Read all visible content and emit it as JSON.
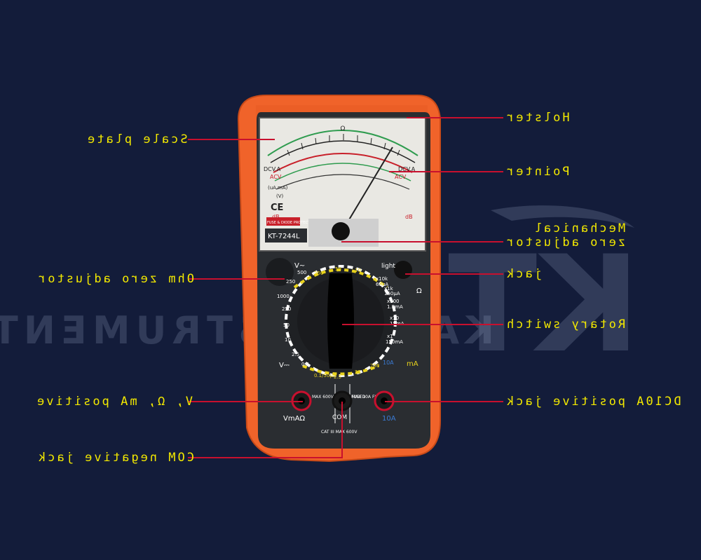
{
  "callouts": {
    "holster": "Holster",
    "scale_plate": "Scale plate",
    "pointer": "Pointer",
    "mechanical_zero": "Mechanical\nzero adjustor",
    "ohm_zero": "Ohm zero adjustor",
    "light_jack": "jack",
    "rotary_switch": "Rotary switch",
    "positive_jack": "V, Ω, mA positive",
    "dc10a_jack": "DC10A positive jack",
    "com_jack": "COM negative jack"
  },
  "watermark": {
    "logo": "KT",
    "text": "KAITA INSTRUMENT"
  },
  "meter": {
    "model": "KT-7244L",
    "fuse_badge": "FUSE & DIODE PROTECTION",
    "ce_mark": "CE",
    "light_label": "light",
    "scale_labels": {
      "acv_left": "ACV",
      "acv_right": "ACV",
      "dcv_left": "DCV.A",
      "dcv_right": "DCV.A",
      "ohm_top": "Ω",
      "ma_label": "(uA.mA)",
      "lv_label": "(V)",
      "db_left": "dB",
      "db_right": "dB"
    },
    "dial": {
      "v_ac_label": "V~",
      "v_dc_label": "V⎓",
      "ma_label": "mA",
      "ohm_label": "Ω",
      "ranges_left": [
        "250",
        "500",
        "1000",
        "250",
        "50",
        "10",
        "2.5",
        "0.5"
      ],
      "ranges_top": [
        "250",
        "50",
        "10"
      ],
      "ranges_bottom": [
        "0.1/50μA",
        "2.5",
        "25",
        "250"
      ],
      "ohm_ranges": [
        "x10k",
        "x1k",
        "x100",
        "x10",
        "x1"
      ],
      "ohm_sub": [
        "60μA",
        "150μA",
        "1.5mA",
        "15mA",
        "150mA"
      ],
      "a10": "10A"
    },
    "jacks": {
      "left_label": "VmAΩ",
      "com_label": "COM",
      "right_label": "10A",
      "left_warning": "MAX 600V 250mA FUSED",
      "right_warning": "MAX 10A FUSED",
      "cat_label": "CAT III MAX 600V"
    }
  },
  "colors": {
    "background": "#131c3a",
    "holster": "#f0632a",
    "label_text": "#f3e900",
    "callout_line": "#c8102e",
    "body": "#2a2d31",
    "dial_ring": "#ffffff",
    "dial_accent": "#e8d21c"
  }
}
